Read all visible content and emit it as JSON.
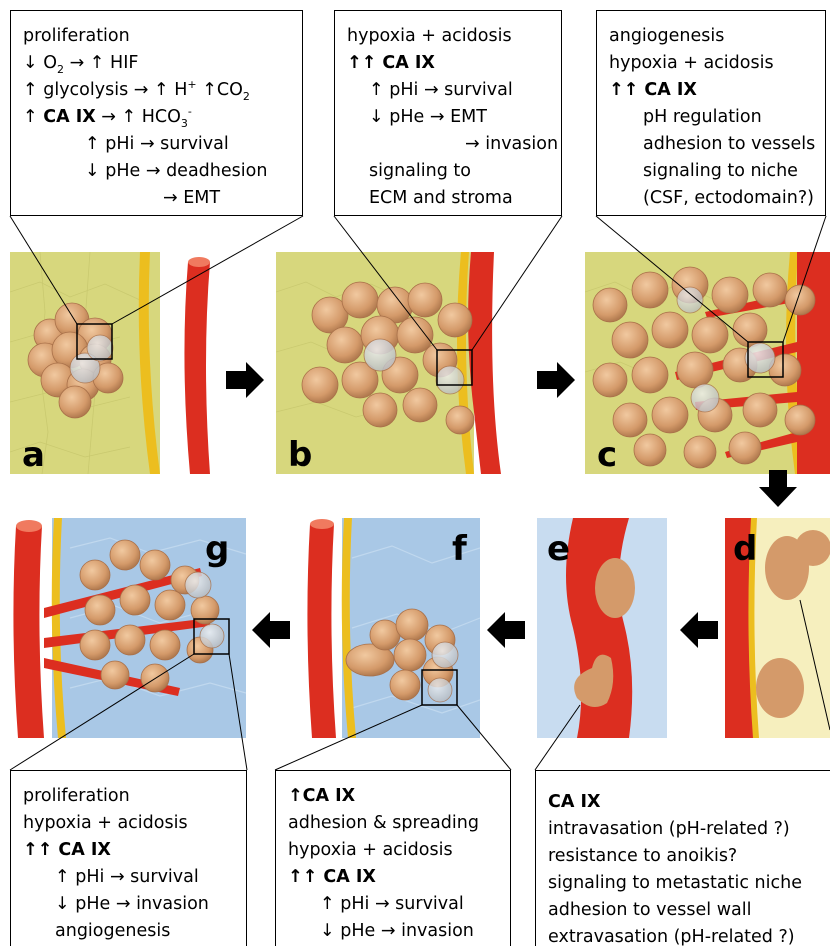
{
  "colors": {
    "tissue_yellow": "#d7d77d",
    "tissue_blue": "#a9c8e6",
    "tissue_cream": "#f6efbe",
    "membrane": "#ecbe1f",
    "vessel": "#dc2e20",
    "cell": "#d49a6a",
    "cell_gray": "#c7c7c7",
    "arrow": "#000000"
  },
  "panels": {
    "a": {
      "label": "a"
    },
    "b": {
      "label": "b"
    },
    "c": {
      "label": "c"
    },
    "d": {
      "label": "d"
    },
    "e": {
      "label": "e"
    },
    "f": {
      "label": "f"
    },
    "g": {
      "label": "g"
    }
  },
  "boxes": {
    "a": {
      "l1": "proliferation",
      "l2_o2": "O",
      "l2_o2sub": "2",
      "l2_hif": "HIF",
      "l3_gly": "glycolysis",
      "l3_h": "H",
      "l3_hsup": "+",
      "l3_co": "CO",
      "l3_cosub": "2",
      "l4_ca": "CA IX",
      "l4_hco": "HCO",
      "l4_hcosub": "3",
      "l4_hcosup": "-",
      "l5_phi": "pHi",
      "l5_res": "survival",
      "l6_phe": "pHe",
      "l6_res": "deadhesion",
      "l7_res": "EMT"
    },
    "b": {
      "l1": "hypoxia + acidosis",
      "l2_ca": "CA IX",
      "l3_phi": "pHi",
      "l3_res": "survival",
      "l4_phe": "pHe",
      "l4_res": "EMT",
      "l5_res": "invasion",
      "l6": "signaling to",
      "l7": "ECM and stroma"
    },
    "c": {
      "l1": "angiogenesis",
      "l2": "hypoxia + acidosis",
      "l3_ca": "CA IX",
      "l4": "pH regulation",
      "l5": "adhesion to vessels",
      "l6": "signaling to niche",
      "l7": "(CSF, ectodomain?)"
    },
    "g": {
      "l1": "proliferation",
      "l2": "hypoxia + acidosis",
      "l3_ca": "CA IX",
      "l4_phi": "pHi",
      "l4_res": "survival",
      "l5_phe": "pHe",
      "l5_res": "invasion",
      "l6": "angiogenesis"
    },
    "f": {
      "l1_ca": "CA IX",
      "l2": "adhesion & spreading",
      "l3": "hypoxia + acidosis",
      "l4_ca": "CA IX",
      "l5_phi": "pHi",
      "l5_res": "survival",
      "l6_phe": "pHe",
      "l6_res": "invasion"
    },
    "de": {
      "l1": "CA IX",
      "l2": "intravasation (pH-related ?)",
      "l3": "resistance to anoikis?",
      "l4": "signaling to metastatic niche",
      "l5": "adhesion to vessel wall",
      "l6": "extravasation (pH-related ?)"
    }
  }
}
